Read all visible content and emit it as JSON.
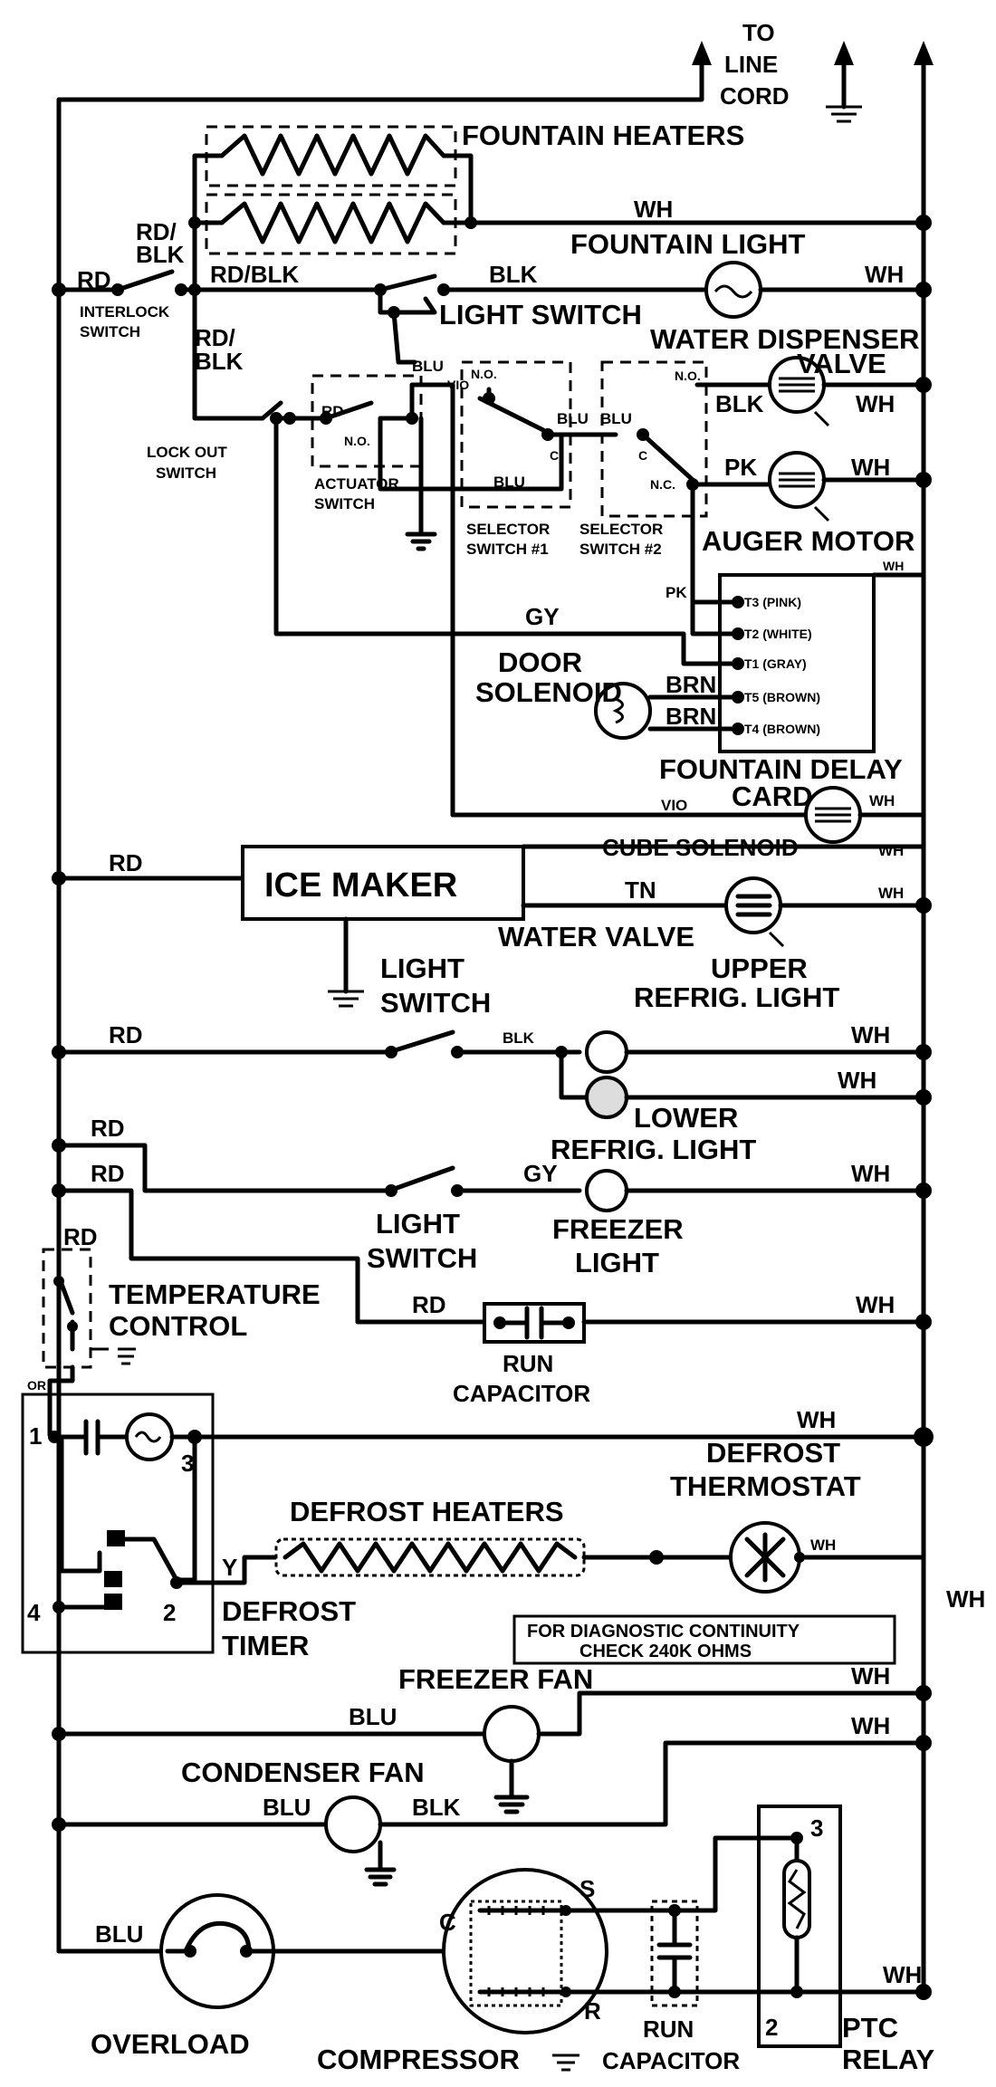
{
  "supply": {
    "to_line_cord": [
      "TO",
      "LINE",
      "CORD"
    ]
  },
  "fountain": {
    "heaters": "FOUNTAIN HEATERS",
    "light": "FOUNTAIN LIGHT",
    "light_switch": "LIGHT SWITCH",
    "water_dispenser_valve": [
      "WATER DISPENSER",
      "VALVE"
    ],
    "auger_motor": "AUGER MOTOR",
    "interlock_switch": [
      "INTERLOCK",
      "SWITCH"
    ],
    "lock_out_switch": [
      "LOCK OUT",
      "SWITCH"
    ],
    "actuator_switch": [
      "ACTUATOR",
      "SWITCH"
    ],
    "selector_switch_1": [
      "SELECTOR",
      "SWITCH #1"
    ],
    "selector_switch_2": [
      "SELECTOR",
      "SWITCH #2"
    ],
    "door_solenoid": [
      "DOOR",
      "SOLENOID"
    ],
    "delay_card": [
      "FOUNTAIN DELAY",
      "CARD"
    ],
    "terminals": [
      "T3 (PINK)",
      "T2 (WHITE)",
      "T1 (GRAY)",
      "T5 (BROWN)",
      "T4 (BROWN)"
    ],
    "cube_solenoid": "CUBE SOLENOID",
    "no": "N.O.",
    "nc": "N.C.",
    "c": "C"
  },
  "ice_maker": {
    "label": "ICE MAKER",
    "water_valve": "WATER VALVE"
  },
  "refrigerator": {
    "light_switch": [
      "LIGHT",
      "SWITCH"
    ],
    "upper_light": [
      "UPPER",
      "REFRIG. LIGHT"
    ],
    "lower_light": [
      "LOWER",
      "REFRIG. LIGHT"
    ],
    "freezer_light_switch": [
      "LIGHT",
      "SWITCH"
    ],
    "freezer_light": [
      "FREEZER",
      "LIGHT"
    ],
    "temperature_control": [
      "TEMPERATURE",
      "CONTROL"
    ],
    "run_capacitor": [
      "RUN",
      "CAPACITOR"
    ]
  },
  "defrost": {
    "heaters": "DEFROST HEATERS",
    "thermostat": [
      "DEFROST",
      "THERMOSTAT"
    ],
    "timer": [
      "DEFROST",
      "TIMER"
    ],
    "note": [
      "FOR DIAGNOSTIC CONTINUITY",
      "CHECK 240K OHMS"
    ],
    "pins": [
      "1",
      "2",
      "3",
      "4"
    ]
  },
  "fans": {
    "freezer_fan": "FREEZER FAN",
    "condenser_fan": "CONDENSER FAN"
  },
  "compressor": {
    "overload": "OVERLOAD",
    "compressor": "COMPRESSOR",
    "run_capacitor": [
      "RUN",
      "CAPACITOR"
    ],
    "ptc_relay": [
      "PTC",
      "RELAY"
    ],
    "terminal_c": "C",
    "terminal_s": "S",
    "terminal_r": "R",
    "relay_pins": [
      "3",
      "2"
    ]
  },
  "wires": {
    "RD": "RD",
    "WH": "WH",
    "BLK": "BLK",
    "BLU": "BLU",
    "GY": "GY",
    "PK": "PK",
    "BRN": "BRN",
    "VIO": "VIO",
    "TN": "TN",
    "Y": "Y",
    "OR": "OR",
    "RD_BLK": "RD/BLK",
    "RD_SLASH": "RD/",
    "BLK_ONLY": "BLK",
    "N_O": "N.O.",
    "RD2": "RD"
  }
}
